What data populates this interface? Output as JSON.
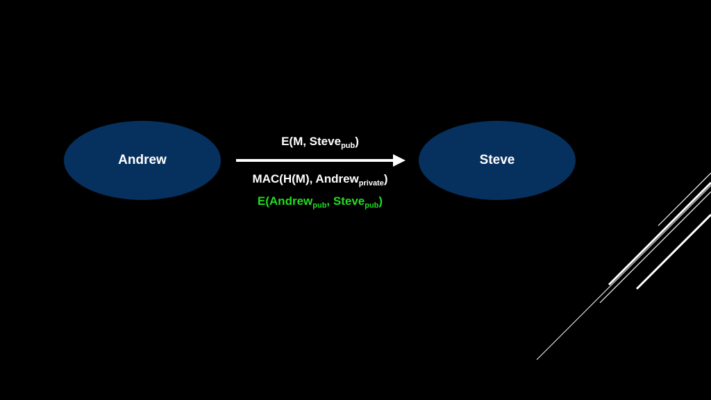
{
  "nodes": {
    "sender": "Andrew",
    "receiver": "Steve"
  },
  "messages": {
    "encrypted_message": {
      "prefix": "E(M, Steve",
      "sub": "pub",
      "suffix": ")"
    },
    "mac": {
      "prefix": "MAC(H(M), Andrew",
      "sub": "private",
      "suffix": ")"
    },
    "key_exchange": {
      "prefix": "E(Andrew",
      "sub1": "pub",
      "mid": ", Steve",
      "sub2": "pub",
      "suffix": ")"
    }
  },
  "colors": {
    "background": "#000000",
    "node_fill": "#06305e",
    "text": "#ffffff",
    "highlight": "#22dd22"
  }
}
